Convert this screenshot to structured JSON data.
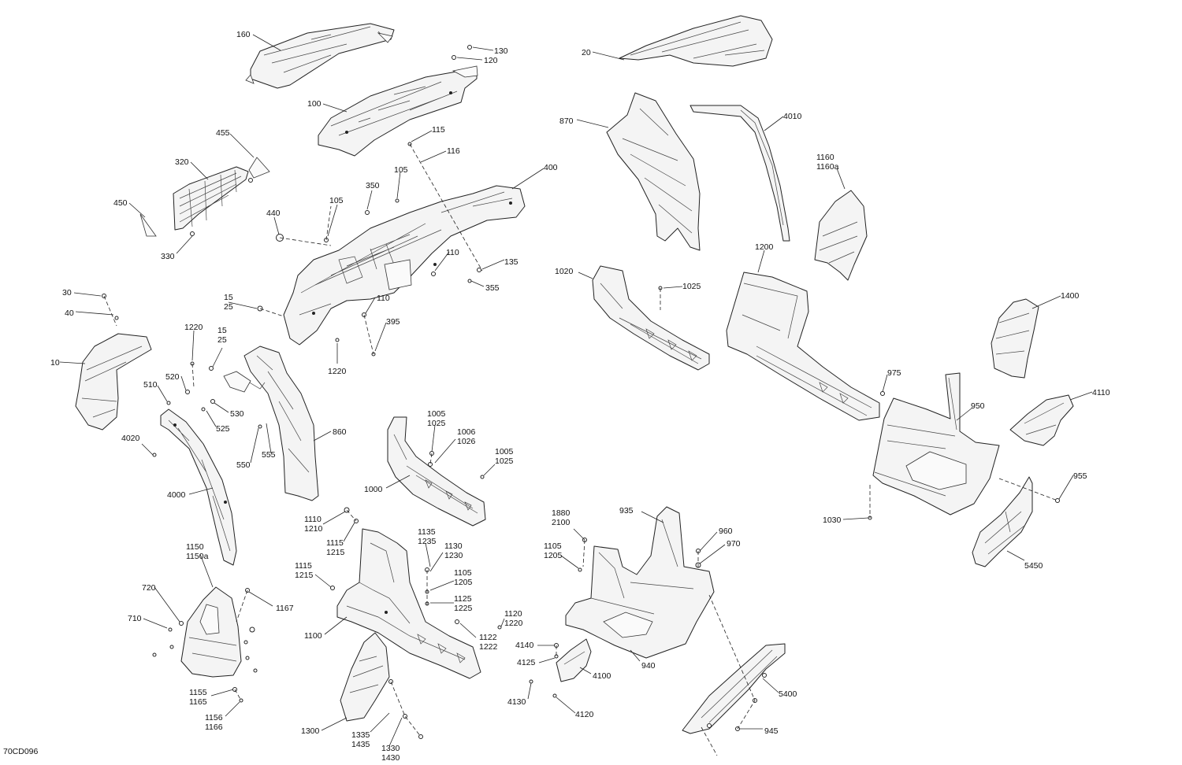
{
  "diagram_code": "70CD096",
  "callouts": [
    {
      "id": "c160",
      "lines": [
        "160"
      ]
    },
    {
      "id": "c130",
      "lines": [
        "130"
      ]
    },
    {
      "id": "c120",
      "lines": [
        "120"
      ]
    },
    {
      "id": "c100",
      "lines": [
        "100"
      ]
    },
    {
      "id": "c115",
      "lines": [
        "115"
      ]
    },
    {
      "id": "c116",
      "lines": [
        "116"
      ]
    },
    {
      "id": "c455",
      "lines": [
        "455"
      ]
    },
    {
      "id": "c320",
      "lines": [
        "320"
      ]
    },
    {
      "id": "c450",
      "lines": [
        "450"
      ]
    },
    {
      "id": "c330",
      "lines": [
        "330"
      ]
    },
    {
      "id": "c105a",
      "lines": [
        "105"
      ]
    },
    {
      "id": "c105b",
      "lines": [
        "105"
      ]
    },
    {
      "id": "c350",
      "lines": [
        "350"
      ]
    },
    {
      "id": "c400",
      "lines": [
        "400"
      ]
    },
    {
      "id": "c440",
      "lines": [
        "440"
      ]
    },
    {
      "id": "c110a",
      "lines": [
        "110"
      ]
    },
    {
      "id": "c135",
      "lines": [
        "135"
      ]
    },
    {
      "id": "c355",
      "lines": [
        "355"
      ]
    },
    {
      "id": "c110b",
      "lines": [
        "110"
      ]
    },
    {
      "id": "c1525a",
      "lines": [
        "15",
        "25"
      ]
    },
    {
      "id": "c395",
      "lines": [
        "395"
      ]
    },
    {
      "id": "c30",
      "lines": [
        "30"
      ]
    },
    {
      "id": "c40",
      "lines": [
        "40"
      ]
    },
    {
      "id": "c1220a",
      "lines": [
        "1220"
      ]
    },
    {
      "id": "c1525b",
      "lines": [
        "15",
        "25"
      ]
    },
    {
      "id": "c1220b",
      "lines": [
        "1220"
      ]
    },
    {
      "id": "c10",
      "lines": [
        "10"
      ]
    },
    {
      "id": "c520",
      "lines": [
        "520"
      ]
    },
    {
      "id": "c510",
      "lines": [
        "510"
      ]
    },
    {
      "id": "c530",
      "lines": [
        "530"
      ]
    },
    {
      "id": "c525",
      "lines": [
        "525"
      ]
    },
    {
      "id": "c860",
      "lines": [
        "860"
      ]
    },
    {
      "id": "c4020",
      "lines": [
        "4020"
      ]
    },
    {
      "id": "c550",
      "lines": [
        "550"
      ]
    },
    {
      "id": "c555",
      "lines": [
        "555"
      ]
    },
    {
      "id": "c4000",
      "lines": [
        "4000"
      ]
    },
    {
      "id": "c10051025a",
      "lines": [
        "1005",
        "1025"
      ]
    },
    {
      "id": "c10061026",
      "lines": [
        "1006",
        "1026"
      ]
    },
    {
      "id": "c10051025b",
      "lines": [
        "1005",
        "1025"
      ]
    },
    {
      "id": "c1000",
      "lines": [
        "1000"
      ]
    },
    {
      "id": "c11101210",
      "lines": [
        "1110",
        "1210"
      ]
    },
    {
      "id": "c11151215a",
      "lines": [
        "1115",
        "1215"
      ]
    },
    {
      "id": "c11351235",
      "lines": [
        "1135",
        "1235"
      ]
    },
    {
      "id": "c11301230",
      "lines": [
        "1130",
        "1230"
      ]
    },
    {
      "id": "c11501150a",
      "lines": [
        "1150",
        "1150a"
      ]
    },
    {
      "id": "c11151215b",
      "lines": [
        "1115",
        "1215"
      ]
    },
    {
      "id": "c11051205a",
      "lines": [
        "1105",
        "1205"
      ]
    },
    {
      "id": "c720",
      "lines": [
        "720"
      ]
    },
    {
      "id": "c1167",
      "lines": [
        "1167"
      ]
    },
    {
      "id": "c710",
      "lines": [
        "710"
      ]
    },
    {
      "id": "c11251225",
      "lines": [
        "1125",
        "1225"
      ]
    },
    {
      "id": "c1100",
      "lines": [
        "1100"
      ]
    },
    {
      "id": "c11201220",
      "lines": [
        "1120",
        "1220"
      ]
    },
    {
      "id": "c11221222",
      "lines": [
        "1122",
        "1222"
      ]
    },
    {
      "id": "c11551165",
      "lines": [
        "1155",
        "1165"
      ]
    },
    {
      "id": "c11561166",
      "lines": [
        "1156",
        "1166"
      ]
    },
    {
      "id": "c1300",
      "lines": [
        "1300"
      ]
    },
    {
      "id": "c13351435",
      "lines": [
        "1335",
        "1435"
      ]
    },
    {
      "id": "c13301430",
      "lines": [
        "1330",
        "1430"
      ]
    },
    {
      "id": "c20",
      "lines": [
        "20"
      ]
    },
    {
      "id": "c870",
      "lines": [
        "870"
      ]
    },
    {
      "id": "c4010",
      "lines": [
        "4010"
      ]
    },
    {
      "id": "c11601160a",
      "lines": [
        "1160",
        "1160a"
      ]
    },
    {
      "id": "c1020",
      "lines": [
        "1020"
      ]
    },
    {
      "id": "c1025",
      "lines": [
        "1025"
      ]
    },
    {
      "id": "c1200",
      "lines": [
        "1200"
      ]
    },
    {
      "id": "c1400",
      "lines": [
        "1400"
      ]
    },
    {
      "id": "c975",
      "lines": [
        "975"
      ]
    },
    {
      "id": "c950",
      "lines": [
        "950"
      ]
    },
    {
      "id": "c4110",
      "lines": [
        "4110"
      ]
    },
    {
      "id": "c955",
      "lines": [
        "955"
      ]
    },
    {
      "id": "c1030",
      "lines": [
        "1030"
      ]
    },
    {
      "id": "c18802100",
      "lines": [
        "1880",
        "2100"
      ]
    },
    {
      "id": "c935",
      "lines": [
        "935"
      ]
    },
    {
      "id": "c960",
      "lines": [
        "960"
      ]
    },
    {
      "id": "c970",
      "lines": [
        "970"
      ]
    },
    {
      "id": "c11051205b",
      "lines": [
        "1105",
        "1205"
      ]
    },
    {
      "id": "c5450",
      "lines": [
        "5450"
      ]
    },
    {
      "id": "c4140",
      "lines": [
        "4140"
      ]
    },
    {
      "id": "c4125",
      "lines": [
        "4125"
      ]
    },
    {
      "id": "c4100",
      "lines": [
        "4100"
      ]
    },
    {
      "id": "c940",
      "lines": [
        "940"
      ]
    },
    {
      "id": "c5400",
      "lines": [
        "5400"
      ]
    },
    {
      "id": "c4130",
      "lines": [
        "4130"
      ]
    },
    {
      "id": "c4120",
      "lines": [
        "4120"
      ]
    },
    {
      "id": "c945",
      "lines": [
        "945"
      ]
    }
  ]
}
